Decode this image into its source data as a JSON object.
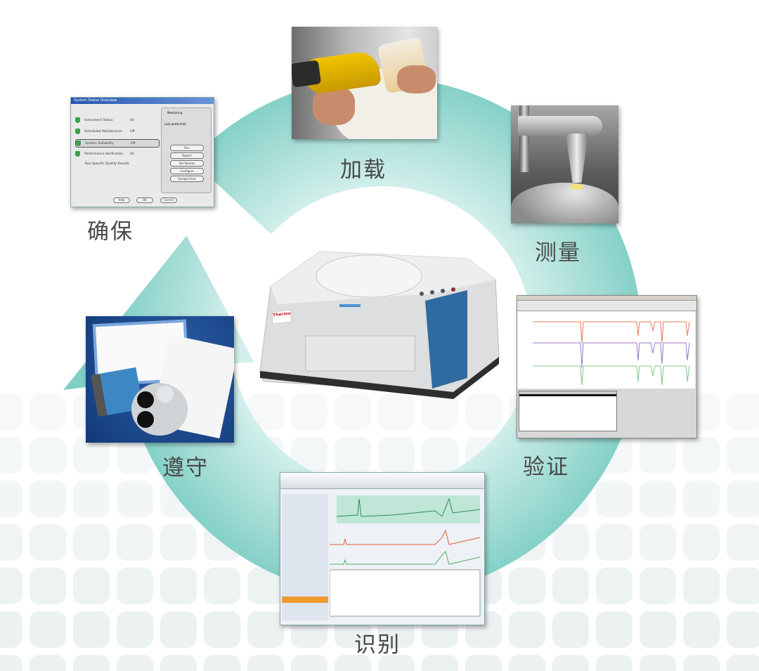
{
  "steps": {
    "load": "加载",
    "measure": "测量",
    "verify": "验证",
    "identify": "识别",
    "comply": "遵守",
    "ensure": "确保"
  },
  "instrument": {
    "brand_logo": "Thermo"
  },
  "dialog": {
    "title": "System Status Overview",
    "rows": [
      {
        "label": "Instrument Status",
        "value": "On"
      },
      {
        "label": "Scheduled Maintenance",
        "value": "Off"
      },
      {
        "label": "System Suitability",
        "value": "Off"
      },
      {
        "label": "Performance Verification",
        "value": "On"
      }
    ],
    "extra": "Run Specific Quality Results",
    "monitoring": "Monitoring",
    "last_performed": "Last performed",
    "buttons": [
      "Run",
      "Report",
      "Set Params",
      "Configure",
      "Sample Error"
    ],
    "footer_buttons": [
      "Help",
      "OK",
      "Cancel"
    ]
  },
  "colors": {
    "ring_light": "#c4eae5",
    "ring_dark": "#7fcfc6",
    "label_text": "#4a4a4a",
    "instrument_blue": "#2f6aa0"
  }
}
